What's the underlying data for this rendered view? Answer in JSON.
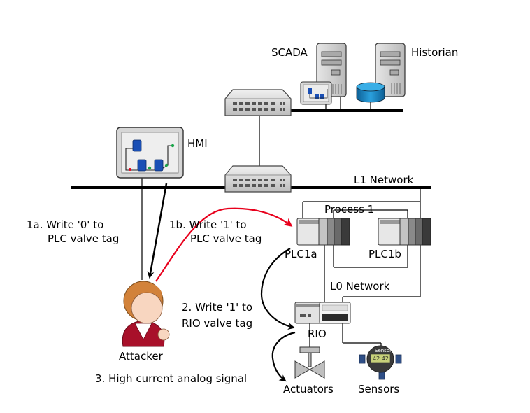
{
  "labels": {
    "scada": "SCADA",
    "historian": "Historian",
    "hmi": "HMI",
    "l1_network": "L1 Network",
    "process": "Process 1",
    "plc1a": "PLC1a",
    "plc1b": "PLC1b",
    "l0_network": "L0 Network",
    "rio": "RIO",
    "actuators": "Actuators",
    "sensors": "Sensors",
    "attacker": "Attacker",
    "sensor_badge": "Sensor",
    "sensor_reading": "42.42"
  },
  "steps": {
    "s1a_line1": "1a. Write '0' to",
    "s1a_line2": "PLC valve tag",
    "s1b_line1": "1b. Write '1' to",
    "s1b_line2": "PLC valve tag",
    "s2_line1": "2. Write '1' to",
    "s2_line2": "RIO valve tag",
    "s3": "3. High current analog signal"
  },
  "colors": {
    "attack_red": "#e8001c",
    "arrow_black": "#000000",
    "attacker_body": "#a8102a",
    "attacker_hair": "#d2823a",
    "tank_blue": "#1a4fb5",
    "disk_blue": "#1f8fcf"
  }
}
